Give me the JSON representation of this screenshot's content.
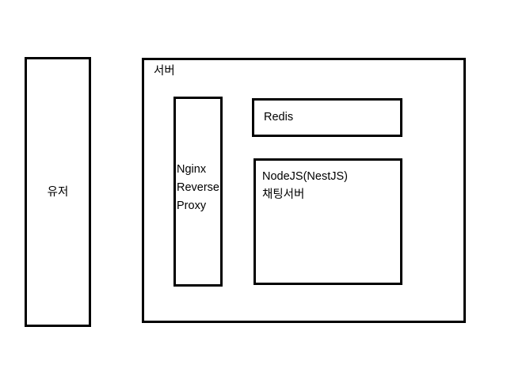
{
  "diagram": {
    "title": "Server architecture diagram",
    "background_color": "#ffffff",
    "stroke_color": "#000000",
    "nodes": {
      "user": {
        "label": "유저"
      },
      "server": {
        "label": "서버"
      },
      "nginx": {
        "label": "Nginx\nReverse\nProxy",
        "line1": "Nginx",
        "line2": "Reverse",
        "line3": "Proxy"
      },
      "redis": {
        "label": "Redis"
      },
      "nodejs": {
        "label": "NodeJS(NestJS)\n채팅서버",
        "line1": "NodeJS(NestJS)",
        "line2": "채팅서버"
      }
    }
  }
}
